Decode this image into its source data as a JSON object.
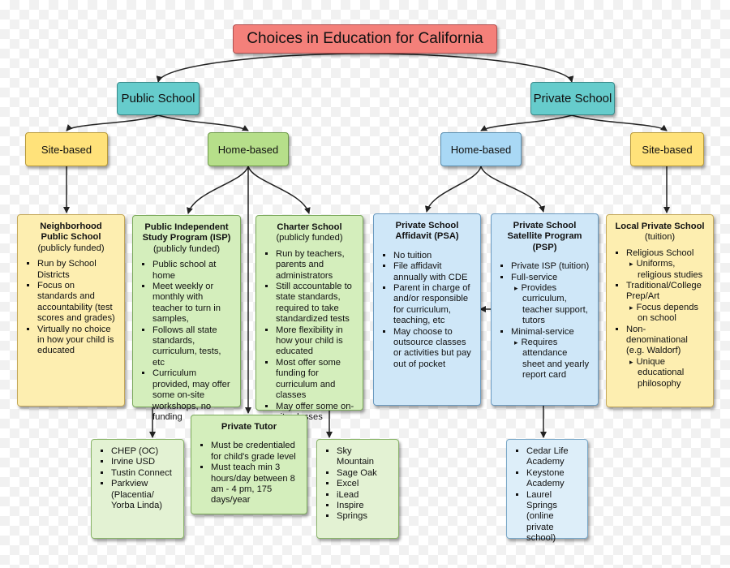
{
  "title": "Choices in Education for California",
  "public": "Public School",
  "private": "Private School",
  "pub_site": "Site-based",
  "pub_home": "Home-based",
  "priv_home": "Home-based",
  "priv_site": "Site-based",
  "neighborhood": {
    "title": "Neighborhood Public School",
    "sub": "(publicly funded)",
    "items": [
      "Run by School Districts",
      "Focus on standards and accountability (test scores and grades)",
      "Virtually no choice in how your child is educated"
    ]
  },
  "isp": {
    "title": "Public Independent Study Program (ISP)",
    "sub": "(publicly funded)",
    "items": [
      "Public school at home",
      "Meet weekly or monthly with teacher to turn in samples,",
      "Follows all state standards, curriculum, tests, etc",
      "Curriculum provided, may offer some on-site workshops, no funding"
    ]
  },
  "charter": {
    "title": "Charter School",
    "sub": "(publicly funded)",
    "items": [
      "Run by teachers, parents and administrators",
      "Still accountable to state standards, required to take standardized tests",
      "More flexibility in how your child is educated",
      "Most offer some funding for curriculum and classes",
      "May offer some on-site classes"
    ]
  },
  "psa": {
    "title": "Private School Affidavit (PSA)",
    "items": [
      "No tuition",
      "File affidavit annually with CDE",
      "Parent in charge of and/or responsible for curriculum, teaching, etc",
      "May choose to outsource classes or activities but pay out of pocket"
    ]
  },
  "psp": {
    "title": "Private School Satellite Program (PSP)",
    "items": [
      {
        "text": "Private ISP (tuition)",
        "sub": []
      },
      {
        "text": "Full-service",
        "sub": [
          "Provides curriculum, teacher support, tutors"
        ]
      },
      {
        "text": "Minimal-service",
        "sub": [
          "Requires attendance sheet and yearly report card"
        ]
      }
    ]
  },
  "local": {
    "title": "Local Private School",
    "sub": "(tuition)",
    "items": [
      {
        "text": "Religious School",
        "sub": [
          "Uniforms, religious studies"
        ]
      },
      {
        "text": "Traditional/College Prep/Art",
        "sub": [
          "Focus depends on school"
        ]
      },
      {
        "text": "Non-denominational (e.g. Waldorf)",
        "sub": [
          "Unique educational philosophy"
        ]
      }
    ]
  },
  "isp_examples": [
    "CHEP (OC)",
    "Irvine USD",
    "Tustin Connect",
    "Parkview (Placentia/ Yorba Linda)"
  ],
  "tutor": {
    "title": "Private Tutor",
    "items": [
      "Must be credentialed for child's grade level",
      "Must teach min 3 hours/day between 8 am - 4 pm, 175 days/year"
    ]
  },
  "charter_examples": [
    "Sky Mountain",
    "Sage Oak",
    "Excel",
    "iLead",
    "Inspire",
    "Springs"
  ],
  "psp_examples": [
    "Cedar Life Academy",
    "Keystone Academy",
    "Laurel Springs (online private school)"
  ]
}
